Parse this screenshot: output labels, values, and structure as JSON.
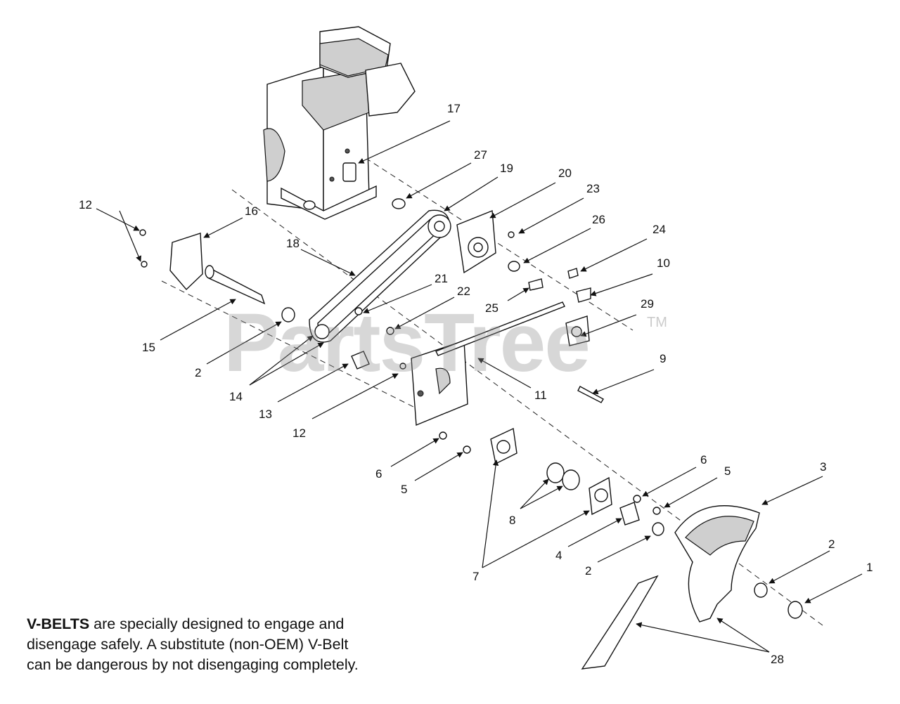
{
  "watermark": {
    "brand": "PartsTree",
    "trademark": "TM"
  },
  "note": {
    "bold": "V-BELTS",
    "line1_rest": " are specially designed to engage and",
    "line2": "disengage safely. A substitute (non-OEM) V-Belt",
    "line3": "can be dangerous by not disengaging completely."
  },
  "callouts": {
    "c17": "17",
    "c27": "27",
    "c19": "19",
    "c20": "20",
    "c23": "23",
    "c26": "26",
    "c24": "24",
    "c10": "10",
    "c29": "29",
    "c9": "9",
    "c12a": "12",
    "c16": "16",
    "c18": "18",
    "c21": "21",
    "c22": "22",
    "c25": "25",
    "c11": "11",
    "c15": "15",
    "c2a": "2",
    "c14": "14",
    "c13": "13",
    "c12b": "12",
    "c6a": "6",
    "c5a": "5",
    "c8": "8",
    "c7": "7",
    "c4": "4",
    "c2b": "2",
    "c6b": "6",
    "c5b": "5",
    "c3": "3",
    "c2c": "2",
    "c1": "1",
    "c28": "28"
  }
}
